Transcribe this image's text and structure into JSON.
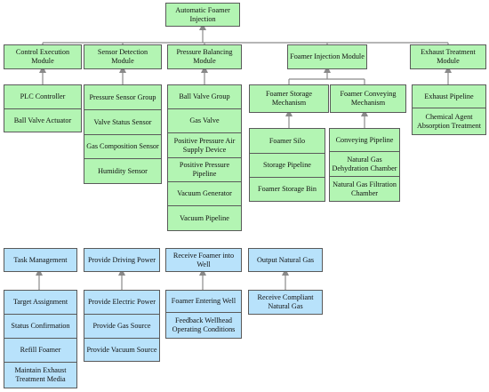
{
  "colors": {
    "module_fill": "#b3f5b3",
    "function_fill": "#b8e2fb",
    "line": "#8a8a8a",
    "border": "#5a5a5a"
  },
  "diagram": {
    "root": "Automatic Foamer Injection",
    "modules": {
      "control": "Control Execution Module",
      "sensor": "Sensor Detection Module",
      "pressure": "Pressure Balancing Module",
      "injection": "Foamer Injection Module",
      "exhaust": "Exhaust Treatment Module"
    },
    "control_items": [
      "PLC Controller",
      "Ball Valve Actuator"
    ],
    "sensor_items": [
      "Pressure Sensor Group",
      "Valve Status Sensor",
      "Gas Composition Sensor",
      "Humidity Sensor"
    ],
    "pressure_items": [
      "Ball Valve Group",
      "Gas Valve",
      "Positive Pressure Air Supply Device",
      "Positive Pressure Pipeline",
      "Vacuum Generator",
      "Vacuum Pipeline"
    ],
    "storage": {
      "title": "Foamer Storage Mechanism",
      "items": [
        "Foamer Silo",
        "Storage Pipeline",
        "Foamer Storage Bin"
      ]
    },
    "conveying": {
      "title": "Foamer Conveying Mechanism",
      "items": [
        "Conveying Pipeline",
        "Natural Gas Dehydration Chamber",
        "Natural Gas Filtration Chamber"
      ]
    },
    "exhaust_items": [
      "Exhaust Pipeline",
      "Chemical Agent Absorption Treatment"
    ]
  },
  "functions": {
    "task": {
      "title": "Task Management",
      "items": [
        "Target Assignment",
        "Status Confirmation",
        "Refill Foamer",
        "Maintain Exhaust Treatment Media"
      ]
    },
    "power": {
      "title": "Provide Driving Power",
      "items": [
        "Provide Electric Power",
        "Provide Gas Source",
        "Provide Vacuum Source"
      ]
    },
    "receive": {
      "title": "Receive Foamer into Well",
      "items": [
        "Foamer Entering Well",
        "Feedback Wellhead Operating Conditions"
      ]
    },
    "output": {
      "title": "Output Natural Gas",
      "items": [
        "Receive Compliant Natural Gas"
      ]
    }
  }
}
